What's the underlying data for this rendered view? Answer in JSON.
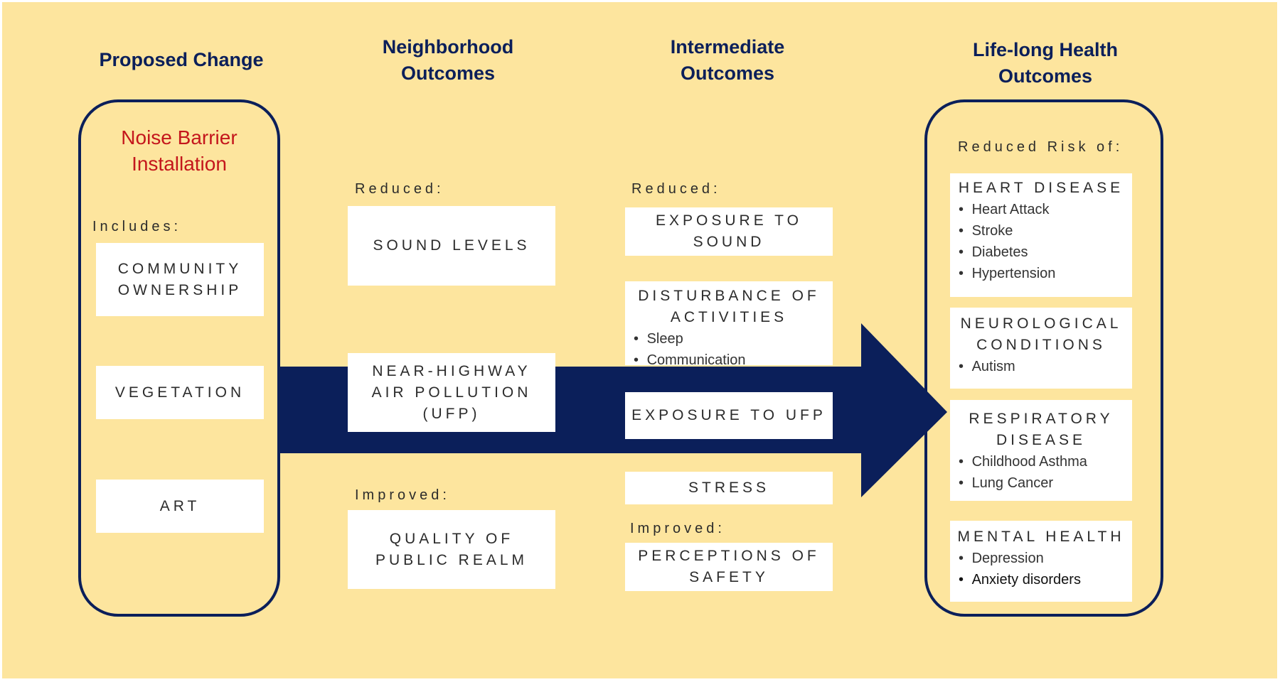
{
  "headings": {
    "proposed_change": "Proposed Change",
    "neighborhood_outcomes": [
      "Neighborhood",
      "Outcomes"
    ],
    "intermediate_outcomes": [
      "Intermediate",
      "Outcomes"
    ],
    "lifelong_outcomes": [
      "Life-long Health",
      "Outcomes"
    ]
  },
  "proposed": {
    "title": [
      "Noise Barrier",
      "Installation"
    ],
    "includes_label": "Includes:",
    "items": [
      [
        "COMMUNITY",
        "OWNERSHIP"
      ],
      [
        "VEGETATION"
      ],
      [
        "ART"
      ]
    ]
  },
  "neighborhood": {
    "reduced_label": "Reduced:",
    "improved_label": "Improved:",
    "sound_levels": "SOUND LEVELS",
    "air_pollution": [
      "NEAR-HIGHWAY",
      "AIR POLLUTION",
      "(UFP)"
    ],
    "quality": [
      "QUALITY OF",
      "PUBLIC REALM"
    ]
  },
  "intermediate": {
    "reduced_label": "Reduced:",
    "improved_label": "Improved:",
    "exposure_sound": [
      "EXPOSURE TO",
      "SOUND"
    ],
    "disturbance": {
      "title": [
        "DISTURBANCE OF",
        "ACTIVITIES"
      ],
      "bullets": [
        "Sleep",
        "Communication"
      ]
    },
    "exposure_ufp": "EXPOSURE TO UFP",
    "stress": "STRESS",
    "safety": [
      "PERCEPTIONS OF",
      "SAFETY"
    ]
  },
  "lifelong": {
    "reduced_risk_label": "Reduced Risk of:",
    "heart": {
      "title": [
        "HEART DISEASE"
      ],
      "bullets": [
        "Heart Attack",
        "Stroke",
        "Diabetes",
        "Hypertension"
      ]
    },
    "neuro": {
      "title": [
        "NEUROLOGICAL",
        "CONDITIONS"
      ],
      "bullets": [
        "Autism"
      ]
    },
    "respiratory": {
      "title": [
        "RESPIRATORY",
        "DISEASE"
      ],
      "bullets": [
        "Childhood Asthma",
        "Lung Cancer"
      ]
    },
    "mental": {
      "title": [
        "MENTAL HEALTH"
      ],
      "bullets": [
        "Depression",
        "Anxiety disorders"
      ]
    }
  },
  "colors": {
    "background": "#fde59e",
    "navy": "#0b1f5a",
    "red": "#c4161c",
    "box": "#ffffff"
  }
}
